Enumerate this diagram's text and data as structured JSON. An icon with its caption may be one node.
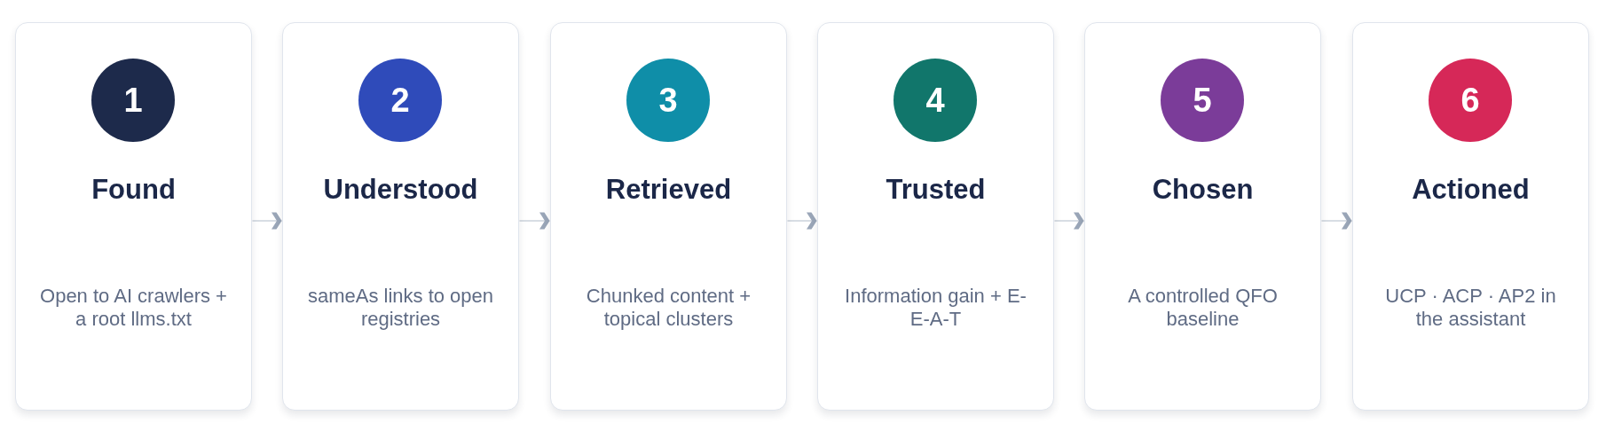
{
  "diagram": {
    "nodes": [
      {
        "text": [
          "Found",
          "Open to AI crawlers + a root llms.txt"
        ]
      },
      {
        "text": [
          "1"
        ],
        "in": 0
      },
      {
        "text": [
          "Understood",
          "sameAs links to open registries"
        ]
      },
      {
        "text": [
          "2"
        ],
        "in": 2
      },
      {
        "text": [
          "Retrieved",
          "Chunked content + topical clusters"
        ]
      },
      {
        "text": [
          "3"
        ],
        "in": 4
      },
      {
        "text": [
          "Trusted",
          "Information gain + E-E-A-T"
        ]
      },
      {
        "text": [
          "4"
        ],
        "in": 6
      },
      {
        "text": [
          "Chosen",
          "A controlled QFO baseline"
        ]
      },
      {
        "text": [
          "5"
        ],
        "in": 8
      },
      {
        "text": [
          "Actioned",
          "UCP · ACP · AP2 in the assistant"
        ]
      },
      {
        "text": [
          "6"
        ],
        "in": 10
      }
    ],
    "edges": [
      {
        "from": 0,
        "to": 2,
        "arrow": "to"
      },
      {
        "from": 2,
        "to": 4,
        "arrow": "to"
      },
      {
        "from": 4,
        "to": 6,
        "arrow": "to"
      },
      {
        "from": 6,
        "to": 8,
        "arrow": "to"
      },
      {
        "from": 8,
        "to": 10,
        "arrow": "to"
      }
    ]
  }
}
